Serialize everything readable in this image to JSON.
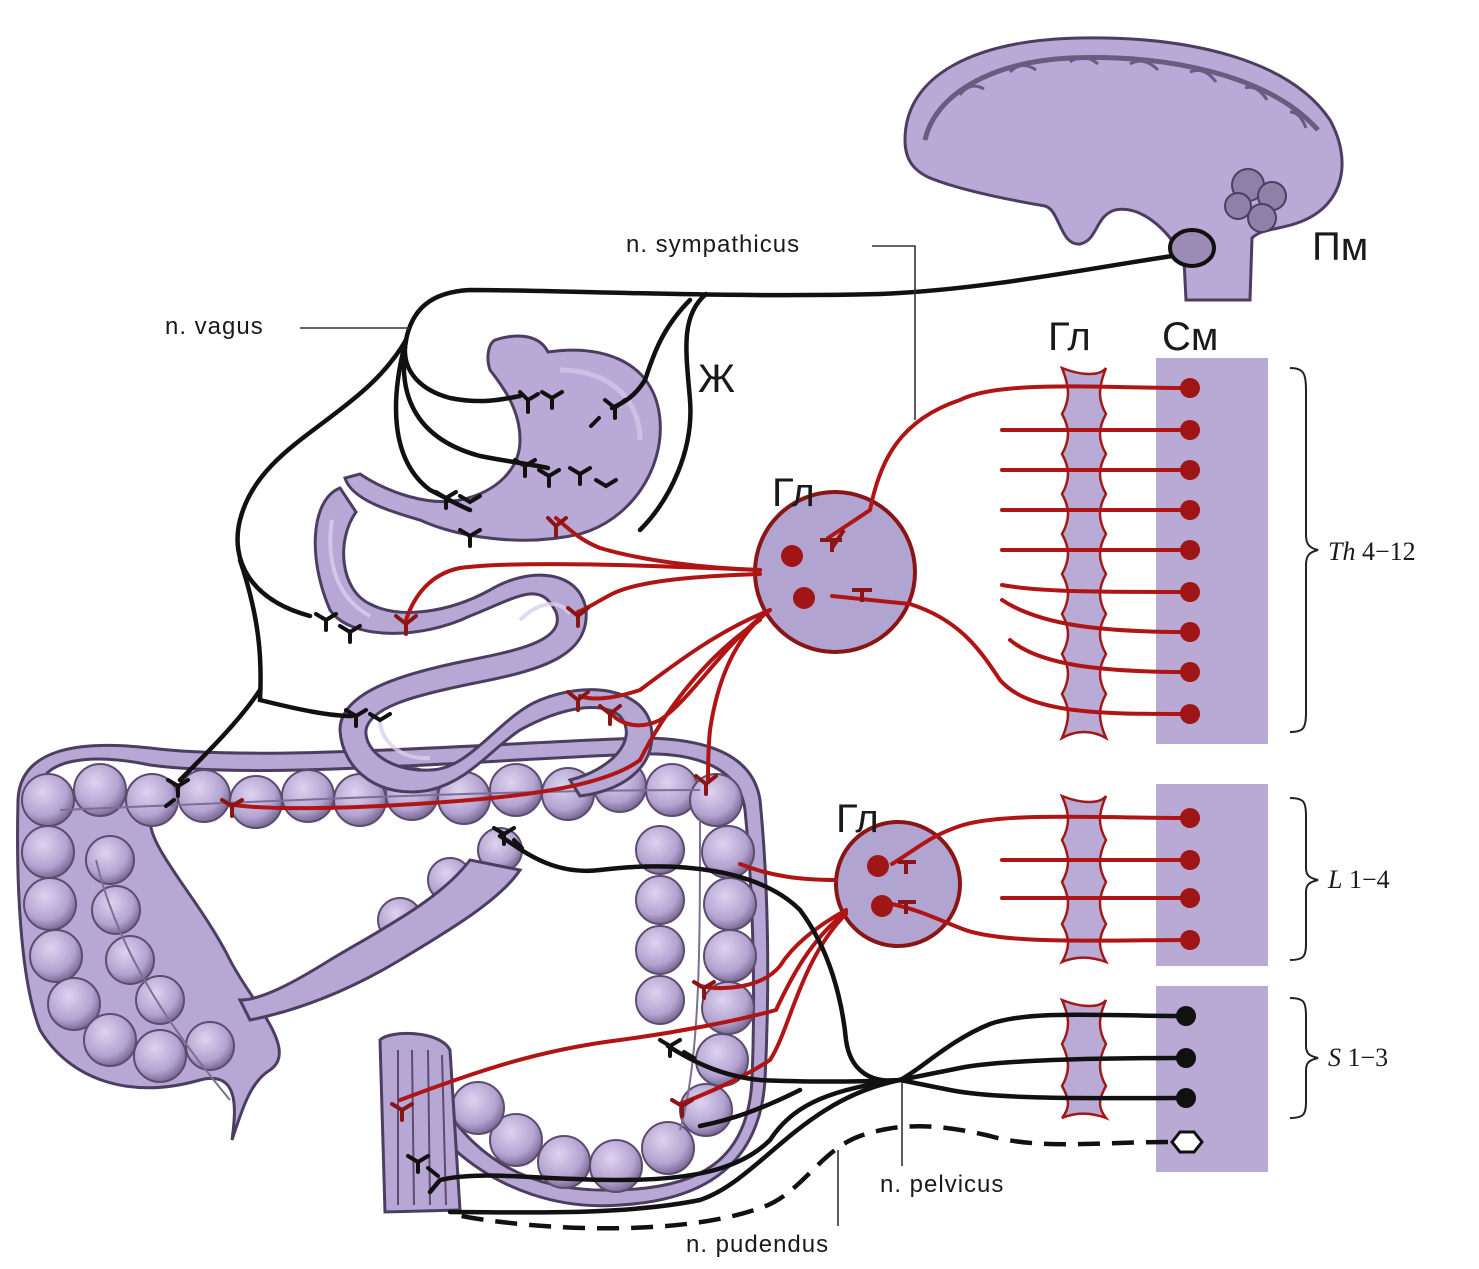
{
  "labels": {
    "sympathicus": "n. sympathicus",
    "vagus": "n. vagus",
    "pelvicus": "n. pelvicus",
    "pudendus": "n. pudendus",
    "stomach": "Ж",
    "medulla": "Пм",
    "spinal_cord": "См",
    "ganglion_chain": "Гл",
    "ganglion_upper": "Гл",
    "ganglion_lower": "Гл"
  },
  "segments": [
    {
      "letter": "Th",
      "range": " 4−12"
    },
    {
      "letter": "L",
      "range": " 1−4"
    },
    {
      "letter": "S",
      "range": " 1−3"
    }
  ],
  "colors": {
    "parasympathetic": "#111111",
    "sympathetic": "#b01515",
    "tissue": "#b9a9d6"
  }
}
